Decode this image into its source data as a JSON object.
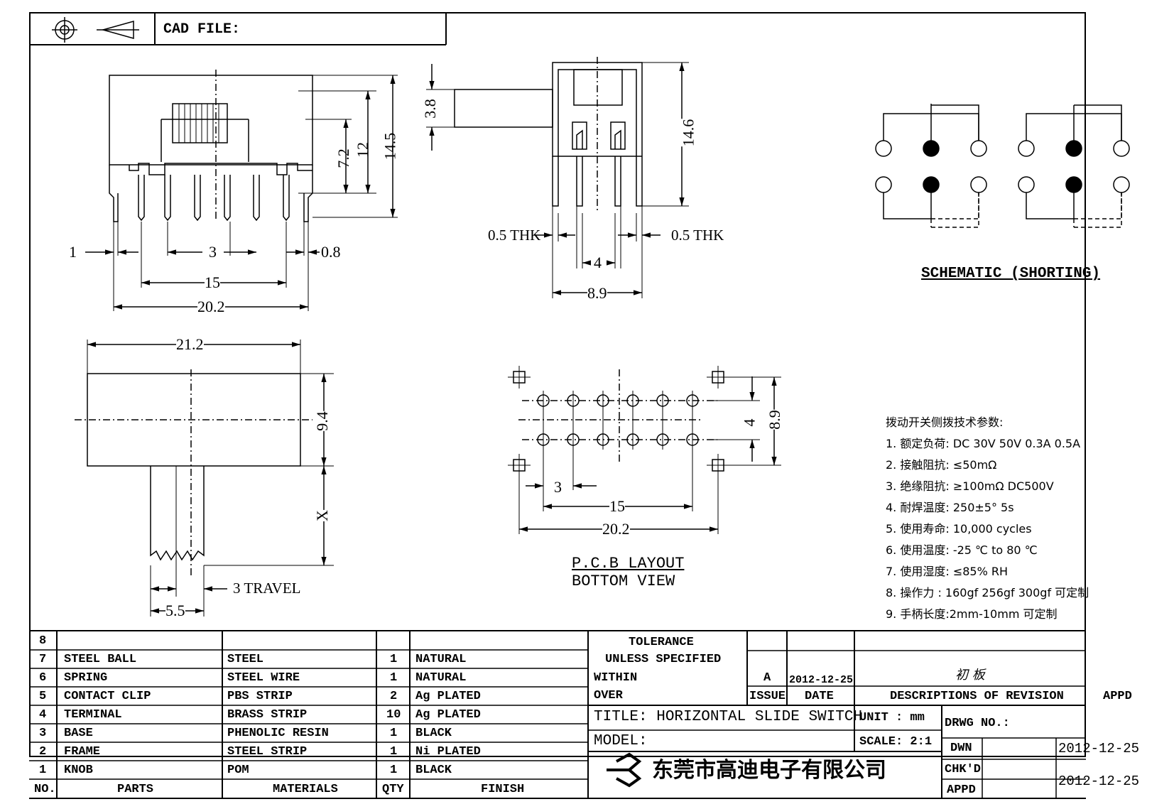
{
  "header": {
    "cad_file_label": "CAD FILE:"
  },
  "dims": {
    "front_height_12": "12",
    "front_height_145": "14.5",
    "front_72": "7.2",
    "front_1": "1",
    "front_3": "3",
    "front_08": "0.8",
    "front_15": "15",
    "front_202": "20.2",
    "side_38": "3.8",
    "side_146": "14.6",
    "side_thk_left": "0.5  THK",
    "side_thk_right": "0.5  THK",
    "side_4": "4",
    "side_89": "8.9",
    "top_212": "21.2",
    "top_94": "9.4",
    "top_x": "X",
    "top_travel": "3  TRAVEL",
    "top_55": "5.5",
    "pcb_4": "4",
    "pcb_89": "8.9",
    "pcb_3": "3",
    "pcb_15": "15",
    "pcb_202": "20.2"
  },
  "labels": {
    "schematic": "SCHEMATIC (SHORTING)",
    "pcb_layout": "P.C.B LAYOUT",
    "bottom_view": "BOTTOM  VIEW"
  },
  "specs": {
    "title": "拨动开关侧拨技术参数:",
    "items": [
      "1.  额定负荷: DC 30V    50V    0.3A    0.5A",
      "2.  接触阻抗:  ≤50mΩ",
      "3.  绝缘阻抗:  ≥100mΩ   DC500V",
      "4.  耐焊温度: 250±5°  5s",
      "5.  使用寿命: 10,000 cycles",
      "6.  使用温度: -25  ℃  to 80  ℃",
      "7.  使用湿度:  ≤85% RH",
      "8.  操作力 : 160gf    256gf    300gf  可定制",
      "9.  手柄长度:2mm-10mm   可定制"
    ]
  },
  "bom": {
    "rows": [
      {
        "no": "8",
        "part": "",
        "material": "",
        "qty": "",
        "finish": ""
      },
      {
        "no": "7",
        "part": "STEEL  BALL",
        "material": "STEEL",
        "qty": "1",
        "finish": "NATURAL"
      },
      {
        "no": "6",
        "part": "SPRING",
        "material": "STEEL  WIRE",
        "qty": "1",
        "finish": "NATURAL"
      },
      {
        "no": "5",
        "part": "CONTACT  CLIP",
        "material": "PBS  STRIP",
        "qty": "2",
        "finish": "Ag  PLATED"
      },
      {
        "no": "4",
        "part": "TERMINAL",
        "material": "BRASS  STRIP",
        "qty": "10",
        "finish": "Ag  PLATED"
      },
      {
        "no": "3",
        "part": "BASE",
        "material": "PHENOLIC  RESIN",
        "qty": "1",
        "finish": "BLACK"
      },
      {
        "no": "2",
        "part": "FRAME",
        "material": "STEEL  STRIP",
        "qty": "1",
        "finish": "Ni  PLATED"
      },
      {
        "no": "1",
        "part": "KNOB",
        "material": "POM",
        "qty": "1",
        "finish": "BLACK"
      }
    ],
    "headers": {
      "no": "NO.",
      "parts": "PARTS",
      "materials": "MATERIALS",
      "qty": "QTY",
      "finish": "FINISH"
    }
  },
  "title_block": {
    "tolerance": "TOLERANCE",
    "unless": "UNLESS    SPECIFIED",
    "within": "WITHIN",
    "over": "OVER",
    "issue_value": "A",
    "issue_date": "2012-12-25",
    "revision_desc": "初 板",
    "issue_label": "ISSUE",
    "date_label": "DATE",
    "desc_label": "DESCRIPTIONS  OF  REVISION",
    "appd_label": "APPD",
    "title": "TITLE:  HORIZONTAL  SLIDE  SWITCH",
    "unit": "UNIT : mm",
    "drwg_no": "DRWG  NO.:",
    "model": "MODEL:",
    "scale": "SCALE:  2:1",
    "dwn": "DWN",
    "dwn_date": "2012-12-25",
    "chkd": "CHK'D",
    "appd": "APPD",
    "chk_date": "2012-12-25",
    "company": "东莞市高迪电子有限公司"
  }
}
